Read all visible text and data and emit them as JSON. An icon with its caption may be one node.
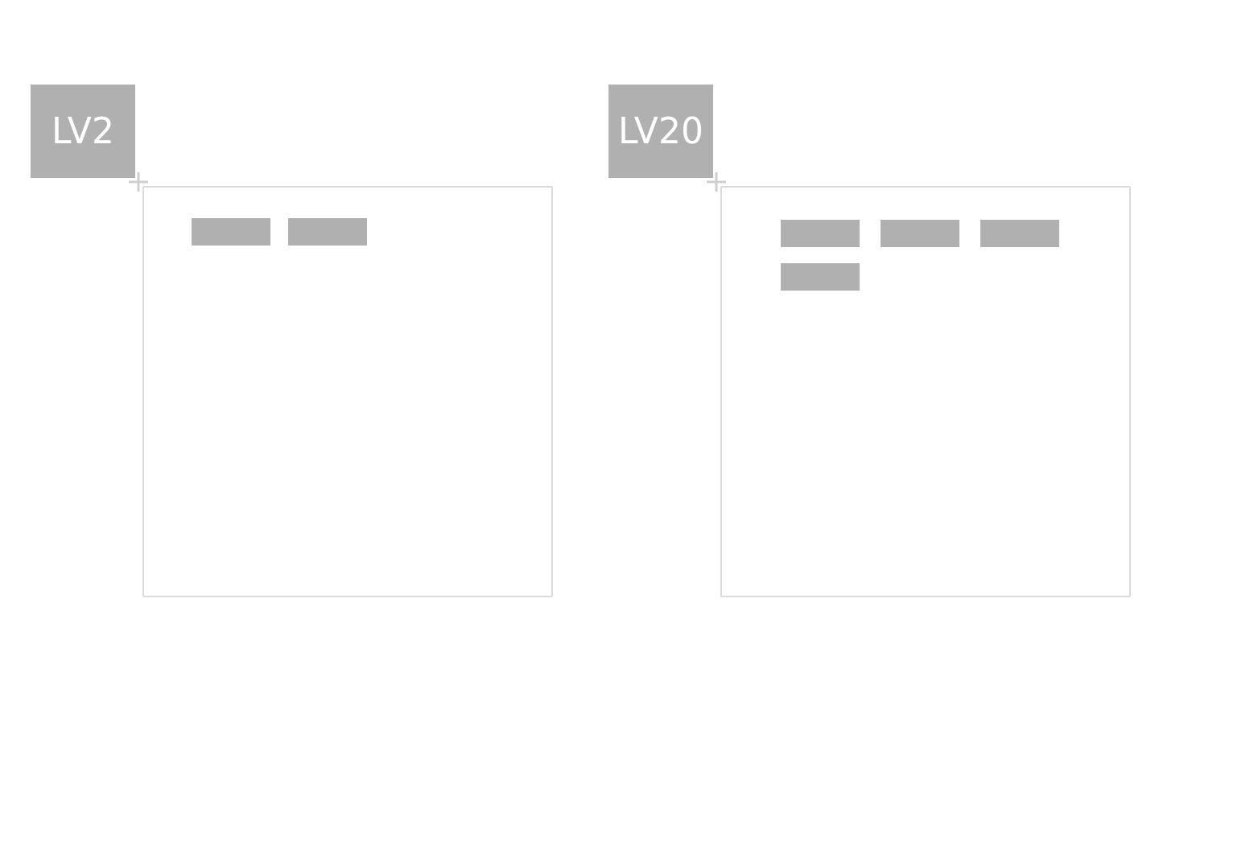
{
  "diagram": {
    "nodes": [
      {
        "text": [
          "LV2"
        ]
      },
      {
        "text": [],
        "shape": "box"
      },
      {
        "text": [],
        "shape": "bar",
        "in": 1
      },
      {
        "text": [],
        "shape": "bar",
        "in": 1
      },
      {
        "text": [
          "LV20"
        ]
      },
      {
        "text": [],
        "shape": "box"
      },
      {
        "text": [],
        "shape": "bar",
        "in": 5
      },
      {
        "text": [],
        "shape": "bar",
        "in": 5
      },
      {
        "text": [],
        "shape": "bar",
        "in": 5
      },
      {
        "text": [],
        "shape": "bar",
        "in": 5
      }
    ],
    "edges": []
  }
}
